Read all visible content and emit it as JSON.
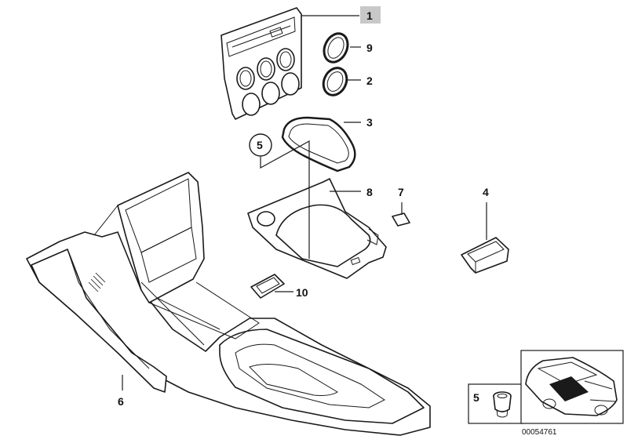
{
  "callouts": {
    "c1": "1",
    "c9": "9",
    "c2": "2",
    "c3": "3",
    "c5": "5",
    "c8": "8",
    "c7": "7",
    "c4": "4",
    "c10": "10",
    "c6": "6",
    "c5_inset": "5"
  },
  "reference_number": "00054761",
  "colors": {
    "line": "#1a1a1a",
    "callout_1_highlight": "#c8c8c8",
    "background": "#ffffff"
  }
}
